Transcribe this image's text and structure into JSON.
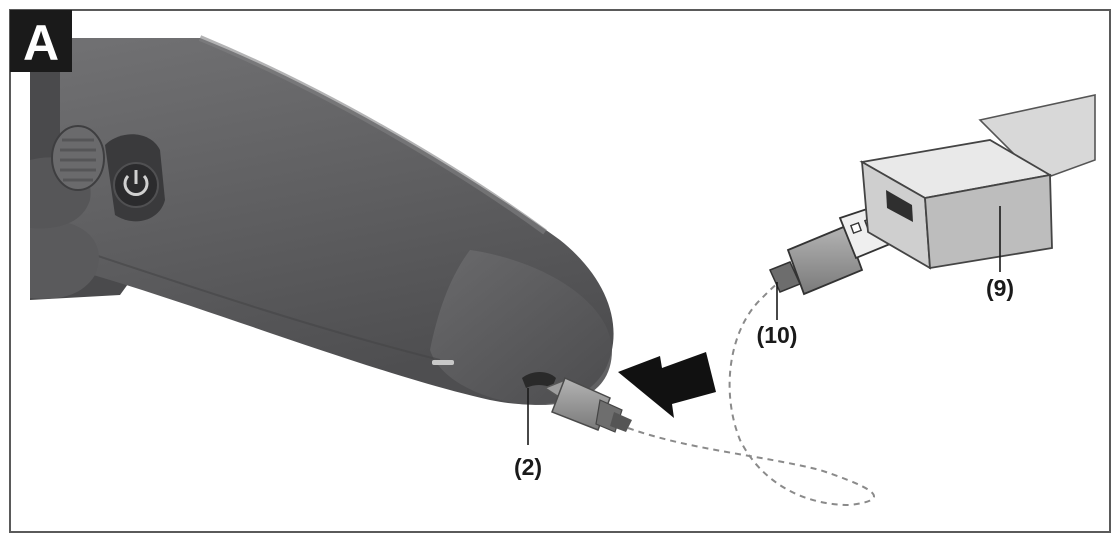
{
  "figure": {
    "badge": "A",
    "callouts": {
      "port": "(2)",
      "adapter": "(9)",
      "cable": "(10)"
    }
  },
  "colors": {
    "frame": "#5a5a5a",
    "badge_bg": "#1a1a1a",
    "tool_body": "#5f5f61",
    "tool_dark": "#4a4a4c",
    "arrow": "#111111",
    "adapter_fill": "#d2d2d2",
    "cable": "#9a9a9a"
  }
}
